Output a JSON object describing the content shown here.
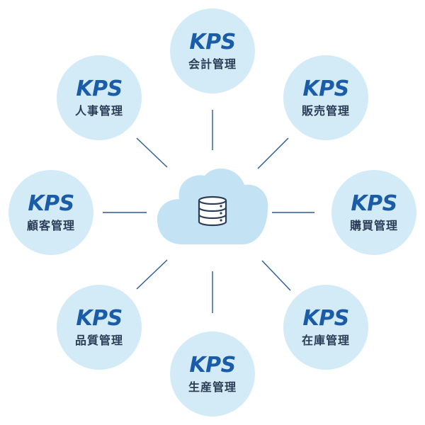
{
  "colors": {
    "circle_fill": "#d3eaf7",
    "cloud_fill": "#c3e3f5",
    "brand_text": "#1a5ca8",
    "label_text": "#2b3d57",
    "connector": "#2a5a93",
    "database_icon": "#2b3d57",
    "background": "#ffffff"
  },
  "hub": {
    "icon": "database-icon"
  },
  "nodes": [
    {
      "id": "accounting",
      "brand": "KPS",
      "label": "会計管理"
    },
    {
      "id": "sales",
      "brand": "KPS",
      "label": "販売管理"
    },
    {
      "id": "purchasing",
      "brand": "KPS",
      "label": "購買管理"
    },
    {
      "id": "inventory",
      "brand": "KPS",
      "label": "在庫管理"
    },
    {
      "id": "production",
      "brand": "KPS",
      "label": "生産管理"
    },
    {
      "id": "quality",
      "brand": "KPS",
      "label": "品質管理"
    },
    {
      "id": "customer",
      "brand": "KPS",
      "label": "顧客管理"
    },
    {
      "id": "hr",
      "brand": "KPS",
      "label": "人事管理"
    }
  ]
}
